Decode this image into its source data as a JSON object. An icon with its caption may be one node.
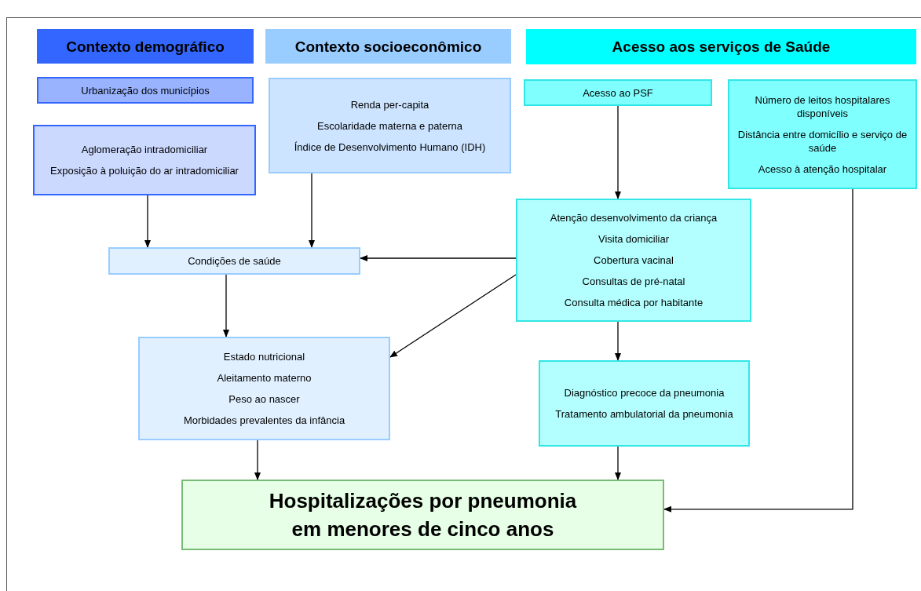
{
  "diagram": {
    "nodes": [
      {
        "text": [
          "Contexto demográfico"
        ]
      },
      {
        "text": [
          "Contexto socioeconômico"
        ]
      },
      {
        "text": [
          "Acesso aos serviços de Saúde"
        ]
      },
      {
        "text": [
          "Urbanização dos municípios"
        ]
      },
      {
        "text": [
          "Aglomeração intradomiciliar",
          "Exposição à poluição do ar intradomiciliar"
        ]
      },
      {
        "text": [
          "Renda per-capita",
          "Escolaridade materna e paterna",
          "Índice de Desenvolvimento Humano (IDH)"
        ]
      },
      {
        "text": [
          "Acesso ao PSF"
        ]
      },
      {
        "text": [
          "Número de leitos hospitalares disponíveis",
          "Distância entre domicílio e serviço de saúde",
          "Acesso à atenção hospitalar"
        ]
      },
      {
        "text": [
          "Condições de saúde"
        ]
      },
      {
        "text": [
          "Atenção desenvolvimento da criança",
          "Visita domiciliar",
          "Cobertura vacinal",
          "Consultas de pré-natal",
          "Consulta médica por habitante"
        ]
      },
      {
        "text": [
          "Estado nutricional",
          "Aleitamento materno",
          "Peso ao nascer",
          "Morbidades prevalentes da infância"
        ]
      },
      {
        "text": [
          "Diagnóstico precoce da pneumonia",
          "Tratamento ambulatorial da pneumonia"
        ]
      },
      {
        "text": [
          "Hospitalizações por pneumonia em menores de cinco anos"
        ]
      }
    ],
    "edges": [
      {
        "from": 4,
        "to": 8,
        "arrow": "to"
      },
      {
        "from": 5,
        "to": 8,
        "arrow": "to"
      },
      {
        "from": 6,
        "to": 9,
        "arrow": "to"
      },
      {
        "from": 9,
        "to": 8,
        "arrow": "to"
      },
      {
        "from": 9,
        "to": 10,
        "arrow": "to"
      },
      {
        "from": 8,
        "to": 10,
        "arrow": "to"
      },
      {
        "from": 10,
        "to": 12,
        "arrow": "to"
      },
      {
        "from": 9,
        "to": 11,
        "arrow": "to"
      },
      {
        "from": 11,
        "to": 12,
        "arrow": "to"
      },
      {
        "from": 7,
        "to": 12,
        "arrow": "to"
      }
    ]
  }
}
